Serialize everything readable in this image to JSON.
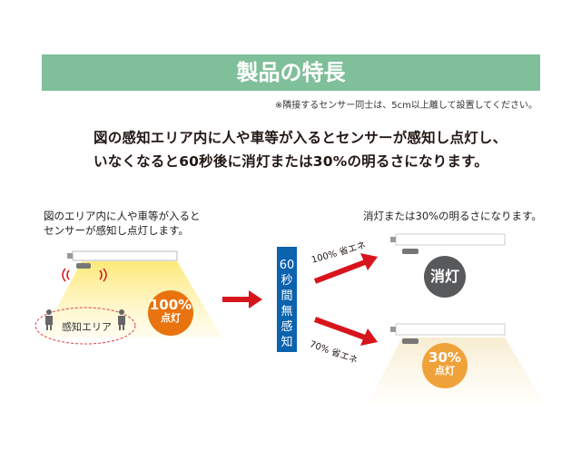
{
  "title": "製品の特長",
  "note": "※隣接するセンサー同士は、5cm以上離して設置してください。",
  "lead": [
    "図の感知エリア内に人や車等が入るとセンサーが感知し点灯し、",
    "いなくなると60秒後に消灯または30%の明るさになります。"
  ],
  "left_caption": [
    "図のエリア内に人や車等が入ると",
    "センサーが感知し点灯します。"
  ],
  "sensing_area": "感知エリア",
  "on_badge": {
    "pct": "100%",
    "label": "点灯"
  },
  "timer_box": [
    "60",
    "秒",
    "間",
    "無",
    "感",
    "知"
  ],
  "right_caption": "消灯または30%の明るさになります。",
  "arrow_upper": "100% 省エネ",
  "arrow_lower": "70% 省エネ",
  "off_badge": "消灯",
  "dim_badge": {
    "pct": "30%",
    "label": "点灯"
  },
  "colors": {
    "banner": "#7fbf99",
    "blue": "#0b62ad",
    "red": "#d7141c",
    "orange": "#e8730f",
    "light_orange": "#f0a23a",
    "gray": "#58595b"
  }
}
